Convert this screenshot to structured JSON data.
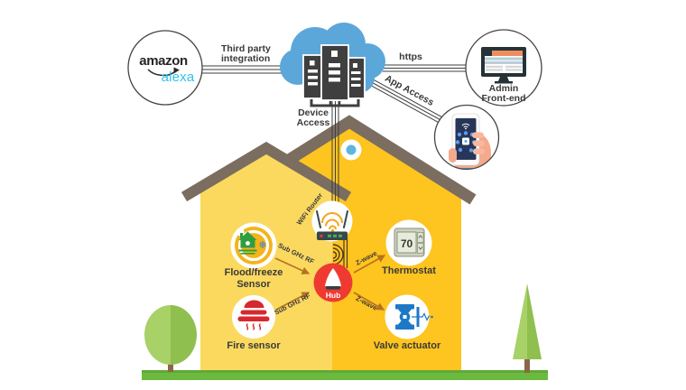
{
  "nodes": {
    "alexa": {
      "brand": "amazon",
      "sub_brand": "alexa"
    },
    "admin_frontend": {
      "label": [
        "Admin",
        "Front-end"
      ]
    },
    "wifi_router": {
      "label": "WiFi Router"
    },
    "hub": {
      "label": "Hub"
    },
    "flood_freeze_sensor": {
      "label": [
        "Flood/freeze",
        "Sensor"
      ]
    },
    "fire_sensor": {
      "label": "Fire sensor"
    },
    "thermostat": {
      "label": "Thermostat",
      "display_value": "70"
    },
    "valve_actuator": {
      "label": "Valve actuator"
    }
  },
  "connections": {
    "third_party_integration": {
      "label": [
        "Third party",
        "integration"
      ]
    },
    "https": {
      "label": "https"
    },
    "app_access": {
      "label": "App Access"
    },
    "device_access": {
      "label": [
        "Device",
        "Access"
      ]
    },
    "flood_to_hub": {
      "label": "Sub GHz RF"
    },
    "fire_to_hub": {
      "label": "Sub GHz RF"
    },
    "hub_to_thermostat": {
      "label": "Z-wave"
    },
    "hub_to_valve": {
      "label": "Z-wave"
    }
  },
  "icons": {
    "snowflake_glyph": "❄"
  },
  "colors": {
    "cloud": "#5ba7da",
    "server_dark": "#3f3f3f",
    "alexa_blue": "#2fc1ef",
    "roof": "#7b6d60",
    "wall_left": "#fbd95f",
    "wall_right": "#fec41f",
    "hub_red": "#ee3a31",
    "arrow": "#b5731f",
    "grass": "#6cb93f",
    "tree_light": "#a8d168",
    "tree_dark": "#8fbf4e",
    "valve_blue": "#1d79c5",
    "router_orange": "#f5a31a",
    "monitor_accent": "#ef8f5e",
    "sensor_red": "#d7282f",
    "sensor_gold": "#f3b41b",
    "hand_skin": "#f4a98c",
    "phone_screen": "#273558",
    "window_blue": "#5fb5dc"
  }
}
